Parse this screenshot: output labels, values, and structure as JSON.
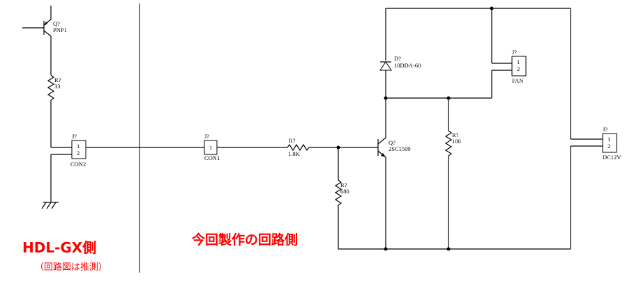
{
  "labels": {
    "hdl_side": "HDL-GX側",
    "hdl_note": "（回路図は推測）",
    "new_side": "今回製作の回路側"
  },
  "components": {
    "q_pnp": {
      "ref": "Q?",
      "value": "PNP1"
    },
    "r33": {
      "ref": "R?",
      "value": "33"
    },
    "con2": {
      "ref": "J?",
      "pin1": "1",
      "pin2": "2",
      "value": "CON2"
    },
    "con1": {
      "ref": "J?",
      "pin1": "1",
      "value": "CON1"
    },
    "r18k": {
      "ref": "R?",
      "value": "1.8K"
    },
    "r680": {
      "ref": "R?",
      "value": "680"
    },
    "q_npn": {
      "ref": "Q?",
      "value": "2SC1509"
    },
    "diode": {
      "ref": "D?",
      "value": "10DDA-60"
    },
    "fan": {
      "ref": "J?",
      "pin1": "1",
      "pin2": "2",
      "value": "FAN"
    },
    "r100": {
      "ref": "R?",
      "value": "100"
    },
    "dc12v": {
      "ref": "J?",
      "pin1": "1",
      "pin2": "2",
      "value": "DC12V"
    }
  },
  "colors": {
    "annotation": "#ff0000",
    "line": "#000000",
    "background": "#ffffff"
  }
}
